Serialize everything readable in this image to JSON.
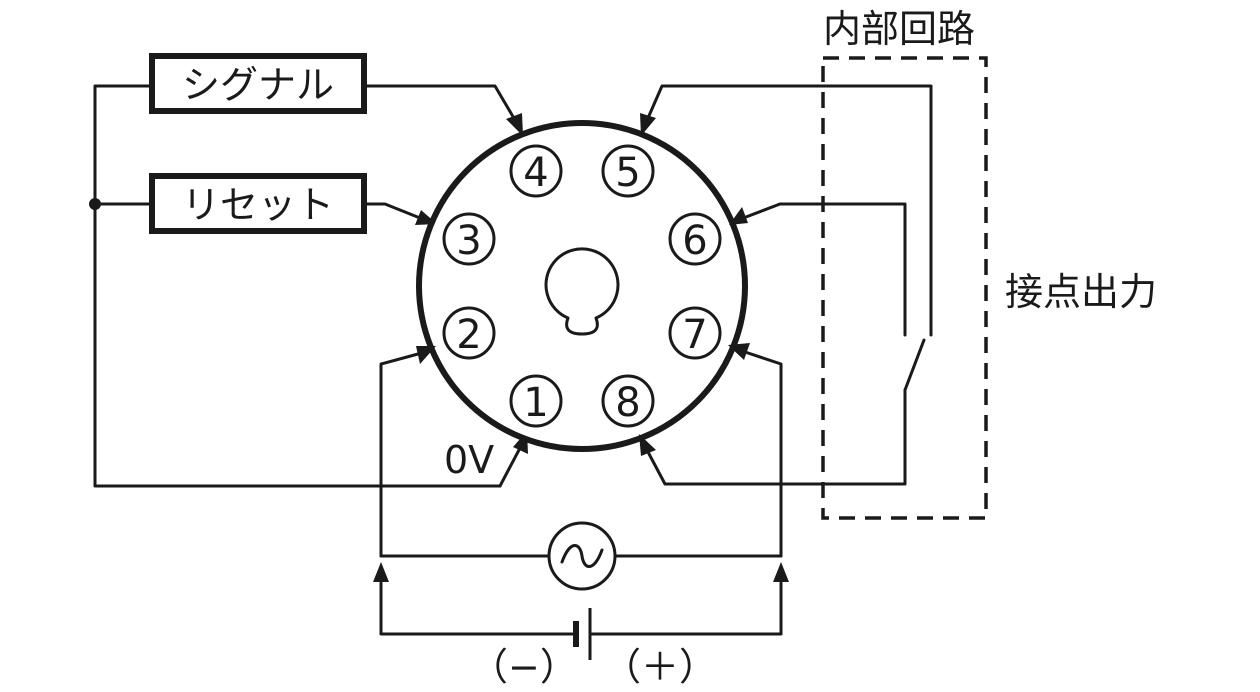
{
  "labels": {
    "signal": "シグナル",
    "reset": "リセット",
    "internal_circuit": "内部回路",
    "contact_output": "接点出力",
    "zero_v": "0V",
    "minus": "（−）",
    "plus": "（＋）"
  },
  "pins": {
    "p1": "1",
    "p2": "2",
    "p3": "3",
    "p4": "4",
    "p5": "5",
    "p6": "6",
    "p7": "7",
    "p8": "8"
  },
  "symbols": {
    "ac_source": "～",
    "ac_source_icon": "ac-source-icon",
    "battery_icon": "battery-icon"
  }
}
